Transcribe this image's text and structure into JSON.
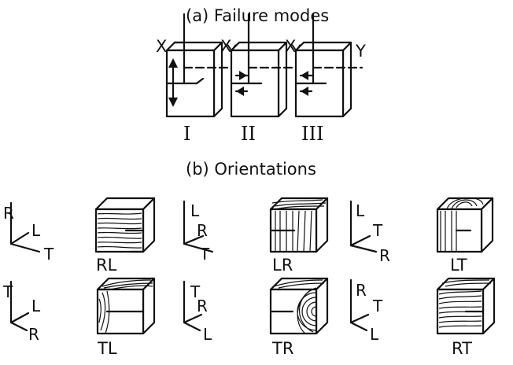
{
  "titles": {
    "failure_modes": "(a) Failure modes",
    "orientations": "(b) Orientations"
  },
  "failure_modes": [
    {
      "x_label": "X",
      "y_label": "Y",
      "mode": "I"
    },
    {
      "x_label": "X",
      "y_label": "Y",
      "mode": "II"
    },
    {
      "x_label": "X",
      "y_label": "Y",
      "mode": "III"
    }
  ],
  "orientations": [
    {
      "axis_up": "R",
      "axis_mid": "L",
      "axis_low": "T",
      "specimen": "RL"
    },
    {
      "axis_up": "L",
      "axis_mid": "R",
      "axis_low": "T",
      "specimen": "LR"
    },
    {
      "axis_up": "L",
      "axis_mid": "T",
      "axis_low": "R",
      "specimen": "LT"
    },
    {
      "axis_up": "T",
      "axis_mid": "L",
      "axis_low": "R",
      "specimen": "TL"
    },
    {
      "axis_up": "T",
      "axis_mid": "R",
      "axis_low": "L",
      "specimen": "TR"
    },
    {
      "axis_up": "R",
      "axis_mid": "T",
      "axis_low": "L",
      "specimen": "RT"
    }
  ]
}
